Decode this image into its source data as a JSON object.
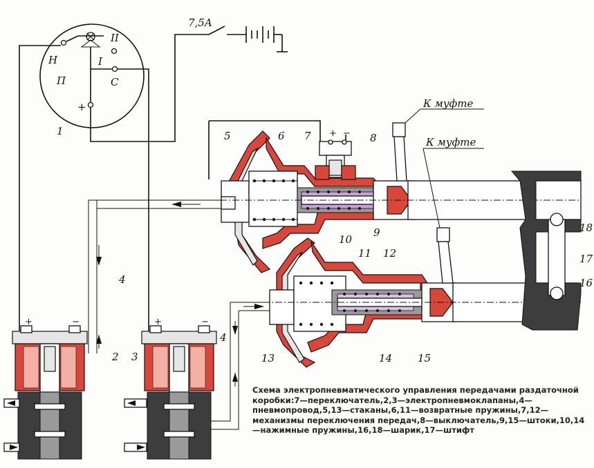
{
  "labels": {
    "fuse": "7,5A",
    "switch_pos_N": "Н",
    "switch_pos_II": "II",
    "switch_pos_I": "I",
    "switch_pos_P": "П",
    "switch_pos_S": "С",
    "switch_plus": "+",
    "n1": "1",
    "n2": "2",
    "n3": "3",
    "n4a": "4",
    "n4b": "4",
    "n5": "5",
    "n6": "6",
    "n7": "7",
    "n8": "8",
    "n9": "9",
    "n10": "10",
    "n11": "11",
    "n12": "12",
    "n13": "13",
    "n14": "14",
    "n15": "15",
    "n16": "16",
    "n17": "17",
    "n18": "18",
    "k_mufte_1": "К муфте",
    "k_mufte_2": "К муфте",
    "plus_sign": "+",
    "minus_sign": "−"
  },
  "caption": "Схема электропневматического управления передачами раздаточной коробки:7—переключатель,2,3—электропневмоклапаны,4—пневмопровод,5,13—стаканы,6,11—возвратные пружины,7,12—механизмы переключения передач,8—выключатель,9,15—штоки,10,14—нажимные пружины,16,18—шарик,17—штифт",
  "colors": {
    "red_parts": "#d8473a",
    "dark_body": "#3d3d3d",
    "line": "#111111"
  }
}
